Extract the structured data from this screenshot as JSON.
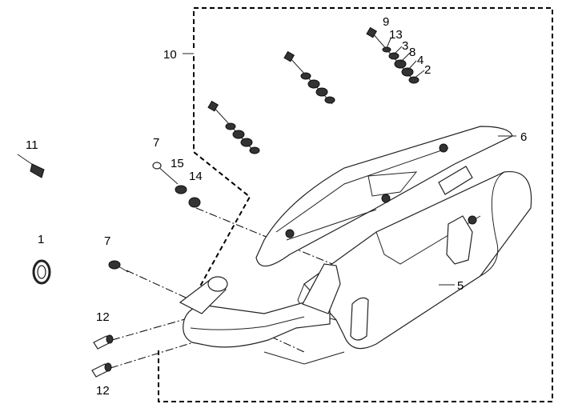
{
  "diagram": {
    "labels": {
      "p1": "1",
      "p2": "2",
      "p3": "3",
      "p4": "4",
      "p5": "5",
      "p6": "6",
      "p7a": "7",
      "p7b": "7",
      "p8": "8",
      "p9": "9",
      "p10": "10",
      "p11": "11",
      "p12a": "12",
      "p12b": "12",
      "p13": "13",
      "p14": "14",
      "p15": "15"
    }
  }
}
